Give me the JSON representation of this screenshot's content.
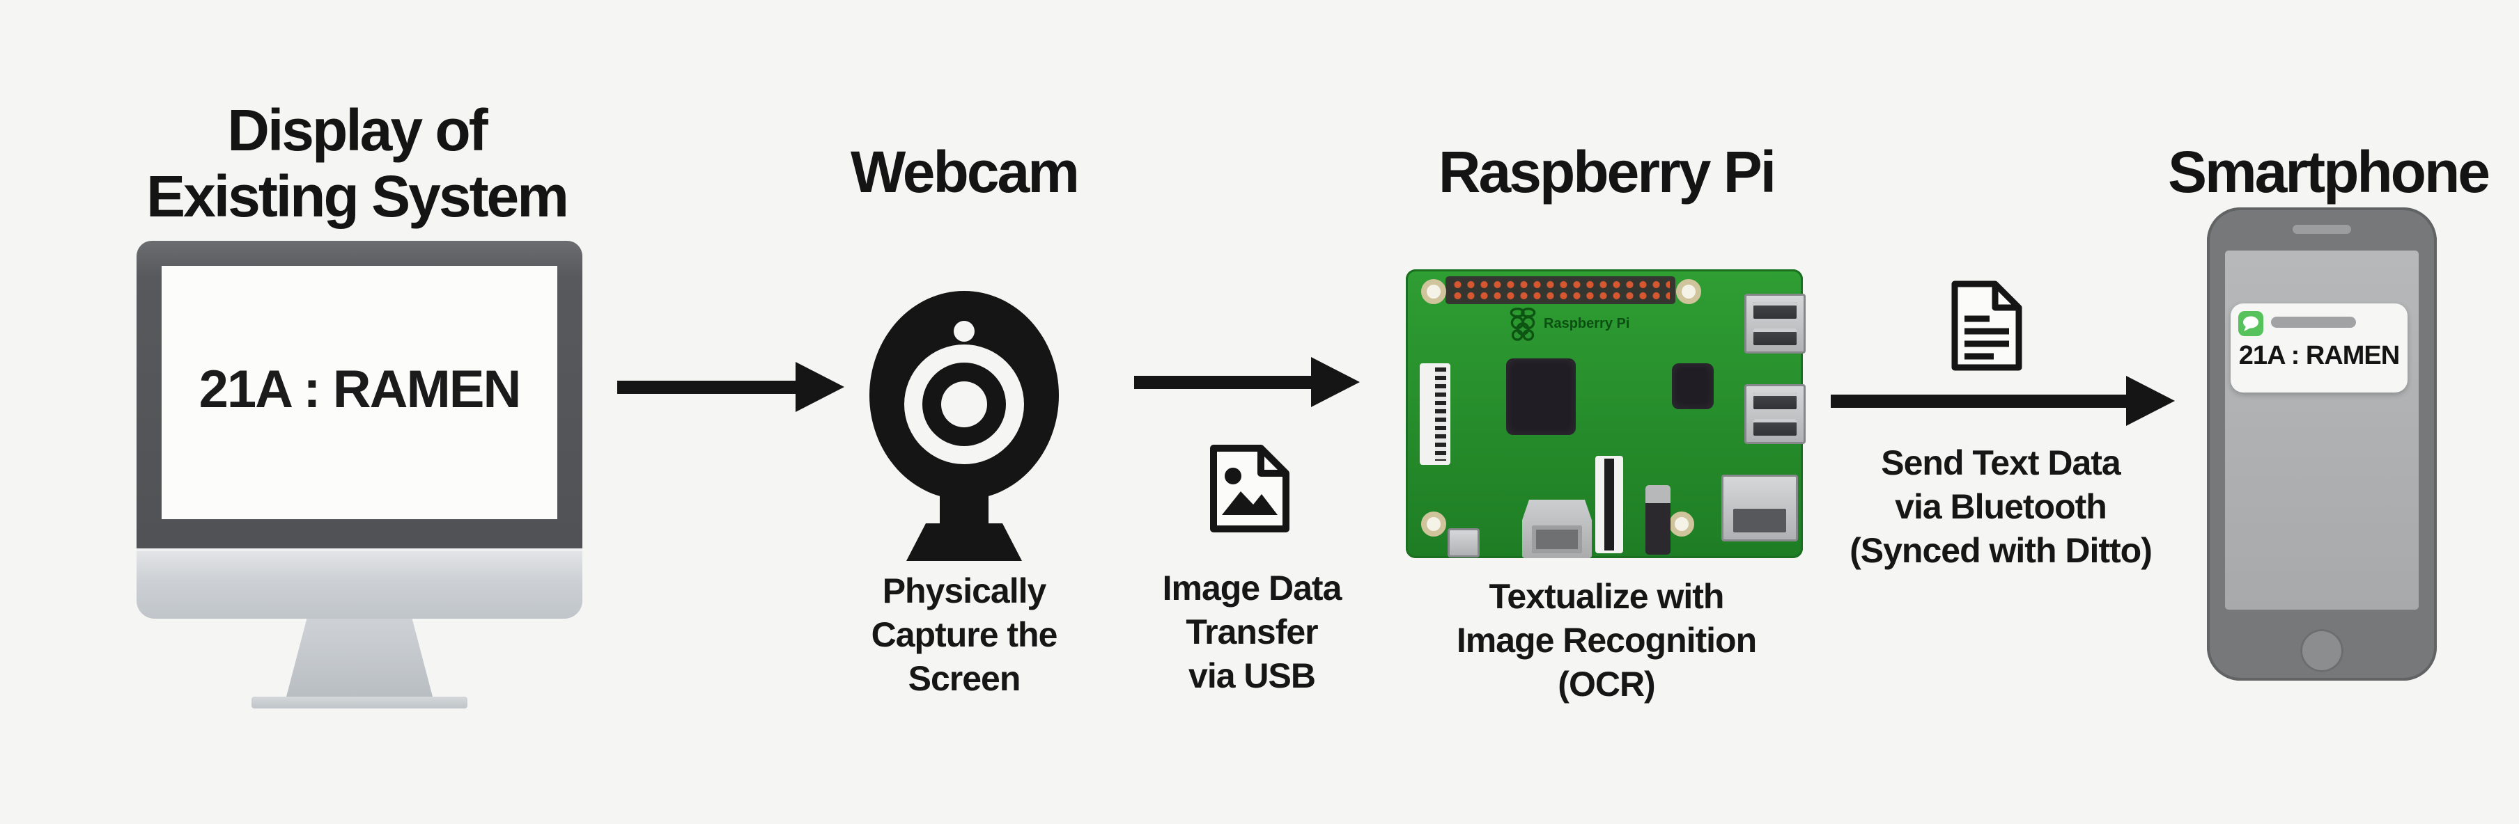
{
  "palette": {
    "background": "#f5f5f3",
    "ink": "#161616",
    "pcb_green": "#2c9630",
    "phone_body_gray": "#77787a",
    "notification_green": "#55c25b",
    "monitor_bezel_gray": "#57595c",
    "monitor_silver": "#c9cdd1"
  },
  "display": {
    "title": "Display of\nExisting System",
    "screen_text": "21A : RAMEN"
  },
  "webcam": {
    "title": "Webcam",
    "caption": "Physically\nCapture the\nScreen"
  },
  "usb_transfer": {
    "caption": "Image Data\nTransfer\nvia USB"
  },
  "raspberry_pi": {
    "title": "Raspberry Pi",
    "caption": "Textualize with\nImage Recognition\n(OCR)",
    "board_label": "Raspberry Pi"
  },
  "bluetooth_transfer": {
    "caption": "Send Text Data\nvia Bluetooth\n(Synced with Ditto)"
  },
  "smartphone": {
    "title": "Smartphone",
    "notification_text": "21A : RAMEN"
  }
}
